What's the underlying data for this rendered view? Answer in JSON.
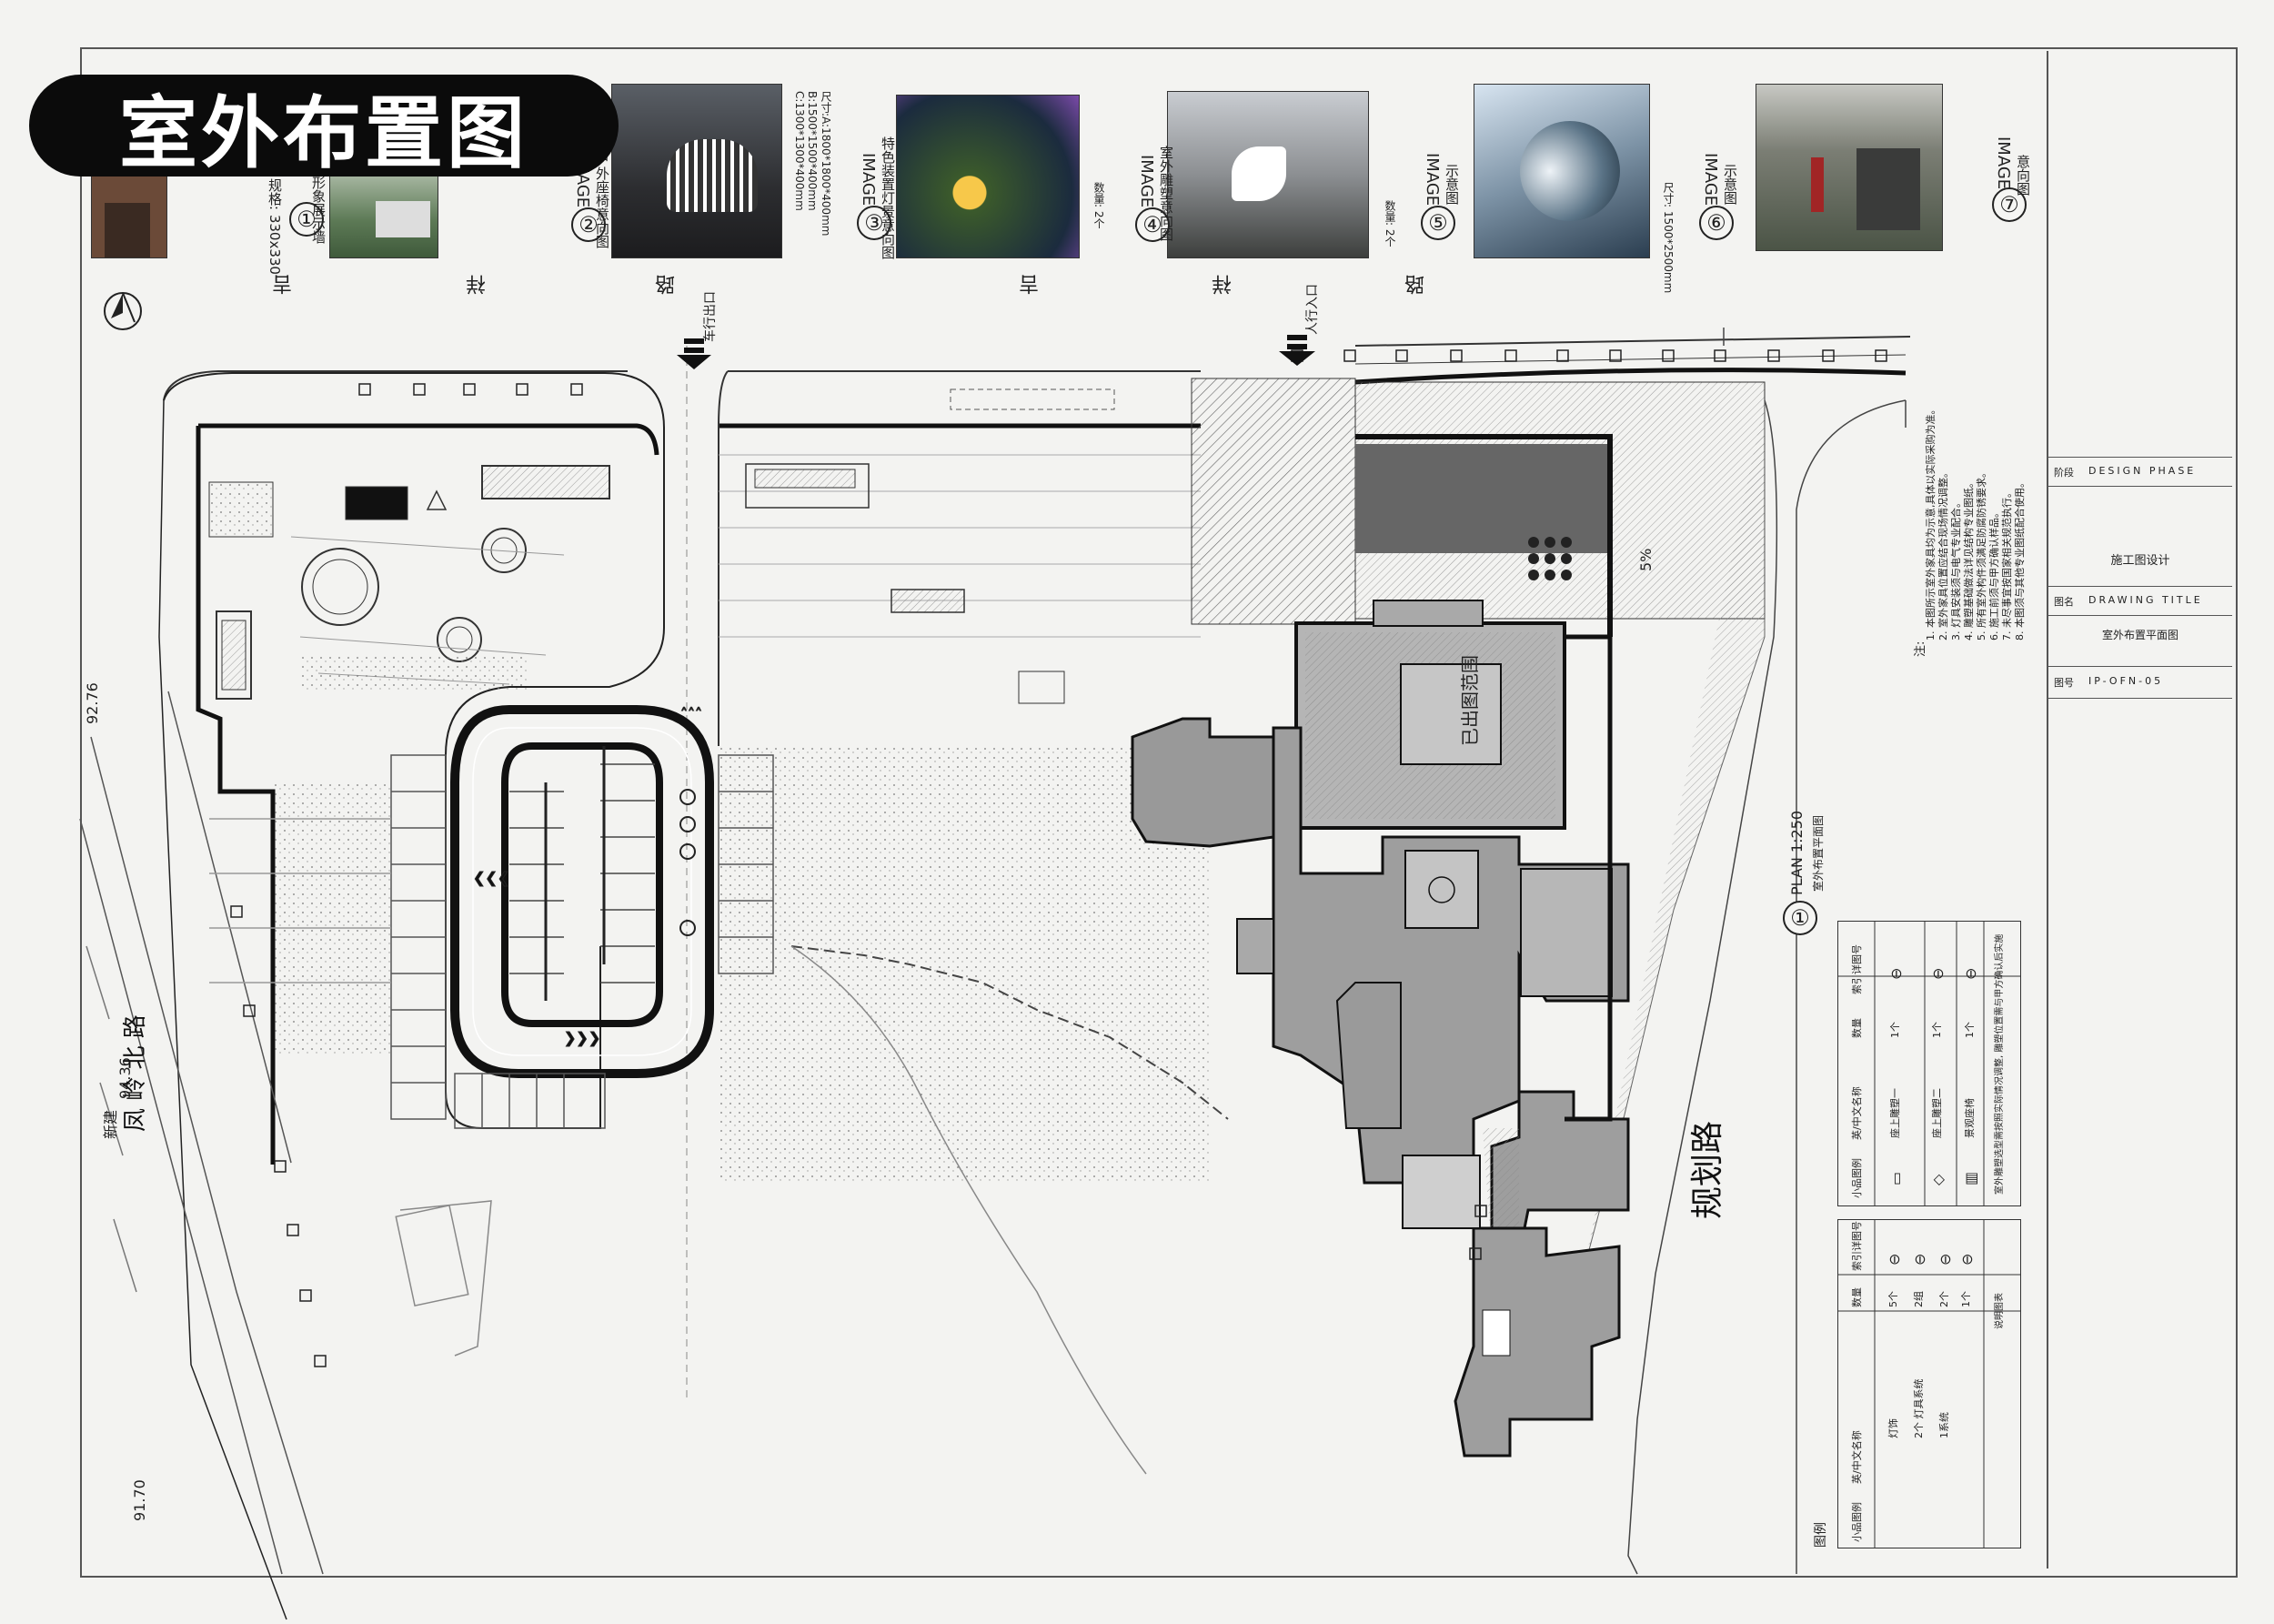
{
  "title": "室外布置图",
  "images": [
    {
      "num": "①",
      "tag": "",
      "caption": "(1) 特色·(-) 形象展示墙",
      "dims": "规格: 330x330"
    },
    {
      "num": "②",
      "tag": "IMAGE",
      "caption": "户外座椅意向图",
      "dims": ""
    },
    {
      "num": "③",
      "tag": "IMAGE",
      "caption": "特色装置灯景意向图",
      "dims": "尺寸:A:1800*1800*400mm B:1500*1500*400mm C:1300*1300*400mm"
    },
    {
      "num": "④",
      "tag": "IMAGE",
      "caption": "室外雕塑意向图",
      "dims": "数量: 2个"
    },
    {
      "num": "⑤",
      "tag": "IMAGE",
      "caption": "示意图",
      "dims": "数量: 2个"
    },
    {
      "num": "⑥",
      "tag": "IMAGE",
      "caption": "示意图",
      "dims": "尺寸: 1500*2500mm"
    },
    {
      "num": "⑦",
      "tag": "IMAGE",
      "caption": "意向图",
      "dims": ""
    }
  ],
  "roads": {
    "top_chars": [
      "吉",
      "祥",
      "路",
      "吉",
      "祥",
      "路"
    ],
    "right": "规划路",
    "left": "凤 岭 北 路",
    "left_prefix": "新建"
  },
  "labels": {
    "vehicle_exit": "车行出口",
    "pedestrian_entry": "人行入口",
    "building": "已出图范围",
    "slope": "5%",
    "elev_a": "92.76",
    "elev_b": "94.36",
    "elev_c": "91.70"
  },
  "plan_tag": {
    "num": "①",
    "text": "PLAN 1:250",
    "sub": "室外布置平面图"
  },
  "title_block": {
    "phase_key": "阶段",
    "phase_val": "DESIGN PHASE",
    "phase_cn": "施工图设计",
    "drawing_key": "图名",
    "drawing_val": "DRAWING TITLE",
    "drawing_cn": "室外布置平面图",
    "no_key": "图号",
    "no_val": "IP-OFN-05"
  },
  "notes_title": "注:",
  "notes": [
    "1. 本图所示室外家具均为示意,具体以实际采购为准。",
    "2. 室外家具位置应结合现场情况调整。",
    "3. 灯具安装须与电气专业配合。",
    "4. 雕塑基础做法详见结构专业图纸。",
    "5. 所有室外构件须满足防腐防锈要求。",
    "6. 施工前须与甲方确认样品。",
    "7. 未尽事宜按国家相关规范执行。",
    "8. 本图须与其他专业图纸配合使用。"
  ],
  "legend1": {
    "headers": [
      "小品图例",
      "英/中文名称",
      "数量",
      "索引详图号"
    ],
    "rows": [
      [
        "▭",
        "座上雕塑一",
        "1个",
        "⊖"
      ],
      [
        "◇",
        "座上雕塑二",
        "1个",
        "⊖"
      ],
      [
        "▥",
        "景观座椅",
        "1个",
        "⊖"
      ]
    ],
    "note": "室外雕塑选型需按照实际情况调整, 雕塑位置需与甲方确认后实施"
  },
  "legend2": {
    "headers": [
      "小品图例",
      "英/中文名称",
      "数量",
      "索引详图号"
    ],
    "rows": [
      [
        "",
        "灯饰",
        "5个",
        "⊖"
      ],
      [
        "",
        "2个 灯具系统",
        "2组",
        "⊖"
      ],
      [
        "",
        "1系统",
        "2个",
        "⊖"
      ],
      [
        "",
        "",
        "1个",
        "⊖"
      ]
    ],
    "note": "说明图表"
  },
  "legend_label": "图例"
}
